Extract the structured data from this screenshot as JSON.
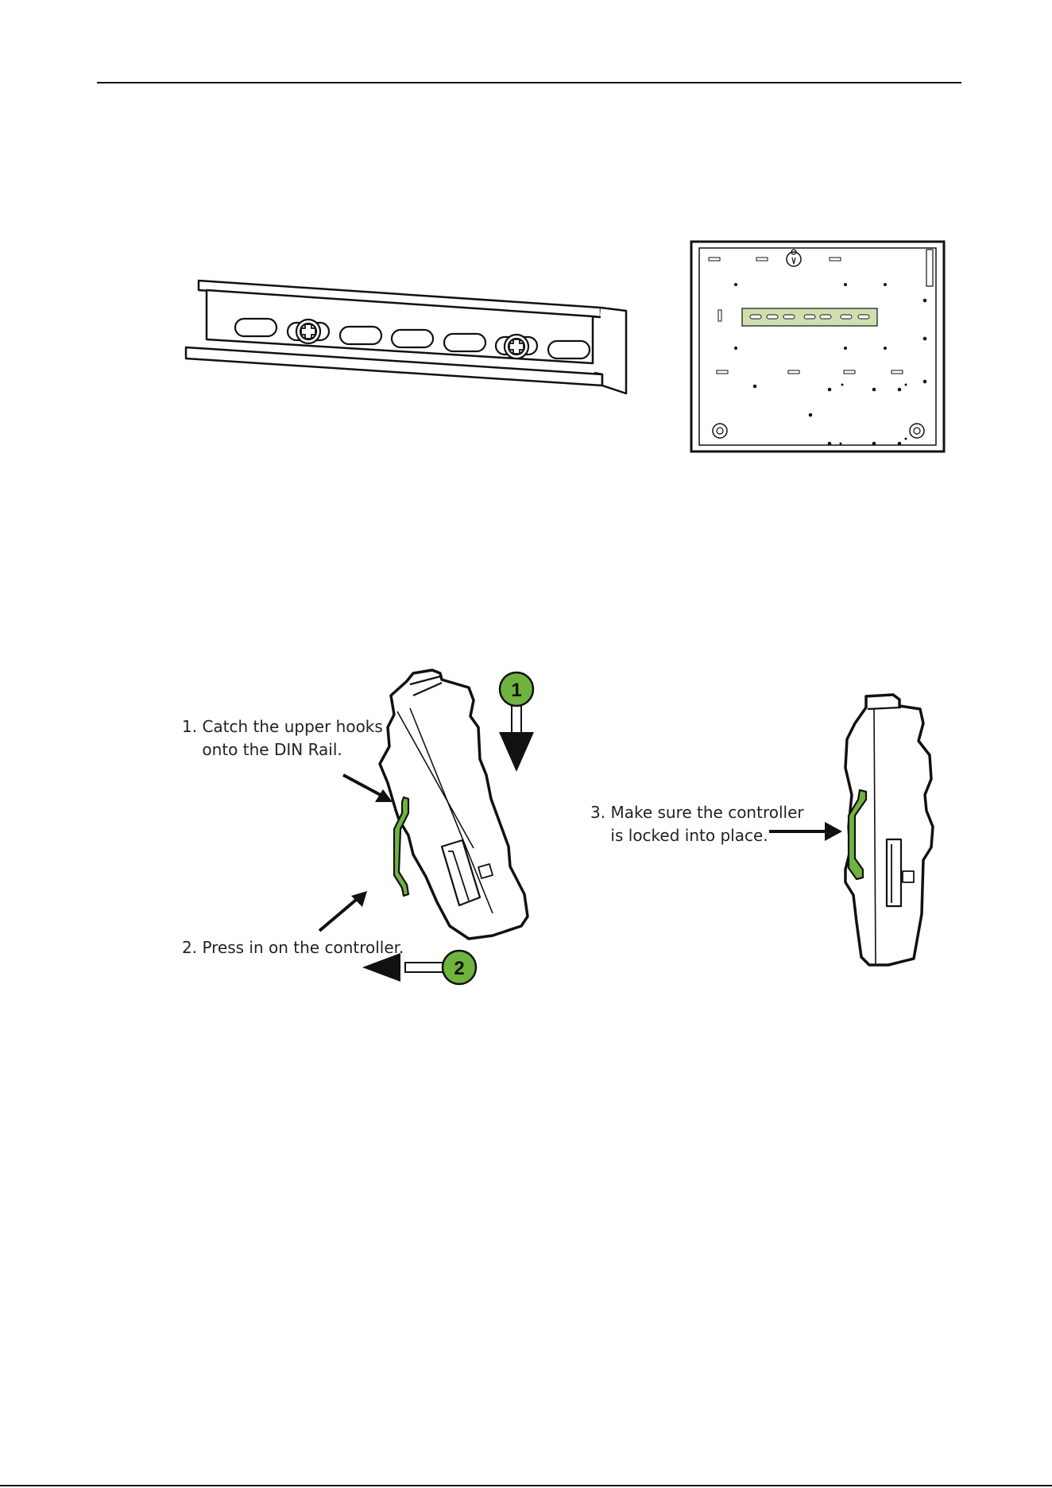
{
  "captions": {
    "step1": "1. Catch the upper hooks\n    onto the DIN Rail.",
    "step2": "2. Press in on the controller.",
    "step3": "3. Make sure the controller\n    is locked into place."
  },
  "badges": {
    "one": "1",
    "two": "2"
  },
  "colors": {
    "accent_green": "#6fb43f",
    "rail_highlight": "#cfe0b0",
    "outline": "#111111"
  }
}
